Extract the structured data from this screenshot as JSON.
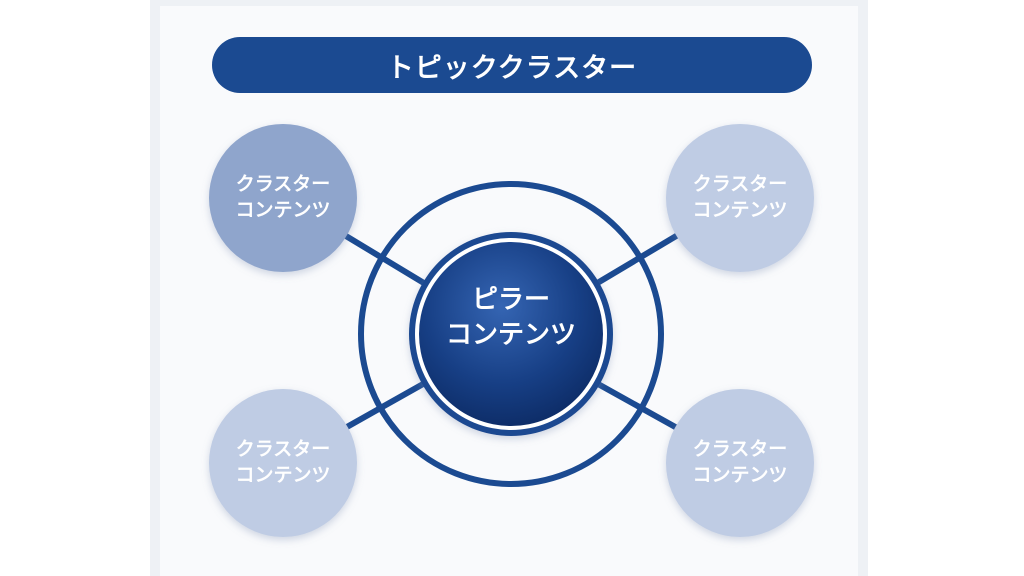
{
  "title": "トピッククラスター",
  "pillar": {
    "line1": "ピラー",
    "line2": "コンテンツ"
  },
  "clusters": [
    {
      "line1": "クラスター",
      "line2": "コンテンツ"
    },
    {
      "line1": "クラスター",
      "line2": "コンテンツ"
    },
    {
      "line1": "クラスター",
      "line2": "コンテンツ"
    },
    {
      "line1": "クラスター",
      "line2": "コンテンツ"
    }
  ],
  "colors": {
    "primary": "#1b4a91",
    "cluster_dark": "#8fa5cc",
    "cluster_light": "#bfcce4"
  }
}
